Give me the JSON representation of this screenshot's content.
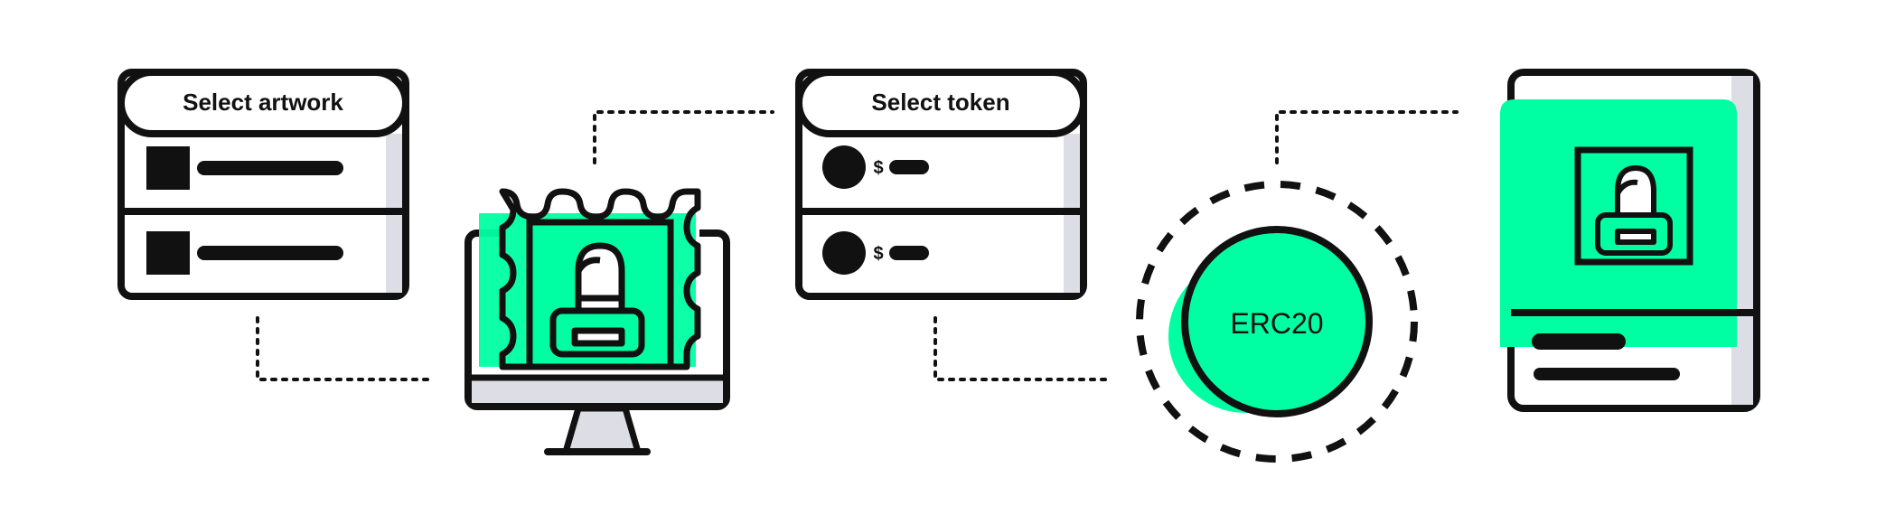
{
  "diagram": {
    "steps": [
      {
        "id": "select-artwork",
        "header_label": "Select artwork",
        "rows": 2
      },
      {
        "id": "artwork-monitor",
        "icon": "monitor-stamp-portrait-icon"
      },
      {
        "id": "select-token",
        "header_label": "Select token",
        "row_symbols": [
          "$",
          "$"
        ]
      },
      {
        "id": "erc20-token",
        "coin_label": "ERC20",
        "icon": "token-coin-icon"
      },
      {
        "id": "nft-card",
        "icon": "portrait-card-icon"
      }
    ],
    "connectors": [
      "dotted",
      "dotted",
      "dotted",
      "dotted"
    ]
  },
  "colors": {
    "accent": "#00FFA3",
    "stroke": "#111111",
    "shadow": "#DDDDE5",
    "fill": "#FFFFFF"
  }
}
